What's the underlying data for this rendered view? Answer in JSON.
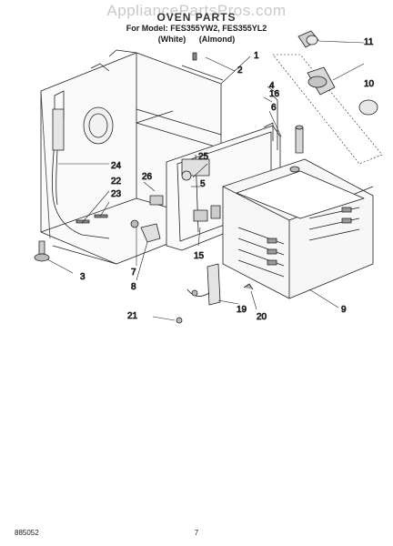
{
  "header": {
    "watermark": "AppliancePartsPros.com",
    "title": "OVEN PARTS",
    "model_prefix": "For Model:",
    "models": "FES355YW2, FES355YL2",
    "color_1": "(White)",
    "color_2": "(Almond)"
  },
  "callouts": [
    {
      "id": "1",
      "label": "1"
    },
    {
      "id": "2",
      "label": "2"
    },
    {
      "id": "3",
      "label": "3"
    },
    {
      "id": "4",
      "label": "4"
    },
    {
      "id": "5",
      "label": "5"
    },
    {
      "id": "6",
      "label": "6"
    },
    {
      "id": "7",
      "label": "7"
    },
    {
      "id": "8",
      "label": "8"
    },
    {
      "id": "9",
      "label": "9"
    },
    {
      "id": "10",
      "label": "10"
    },
    {
      "id": "11",
      "label": "11"
    },
    {
      "id": "15",
      "label": "15"
    },
    {
      "id": "16",
      "label": "16"
    },
    {
      "id": "19",
      "label": "19"
    },
    {
      "id": "20",
      "label": "20"
    },
    {
      "id": "21",
      "label": "21"
    },
    {
      "id": "22",
      "label": "22"
    },
    {
      "id": "23",
      "label": "23"
    },
    {
      "id": "24",
      "label": "24"
    },
    {
      "id": "25",
      "label": "25"
    },
    {
      "id": "26",
      "label": "26"
    }
  ],
  "footer": {
    "doc_number": "885052",
    "page_number": "7"
  }
}
